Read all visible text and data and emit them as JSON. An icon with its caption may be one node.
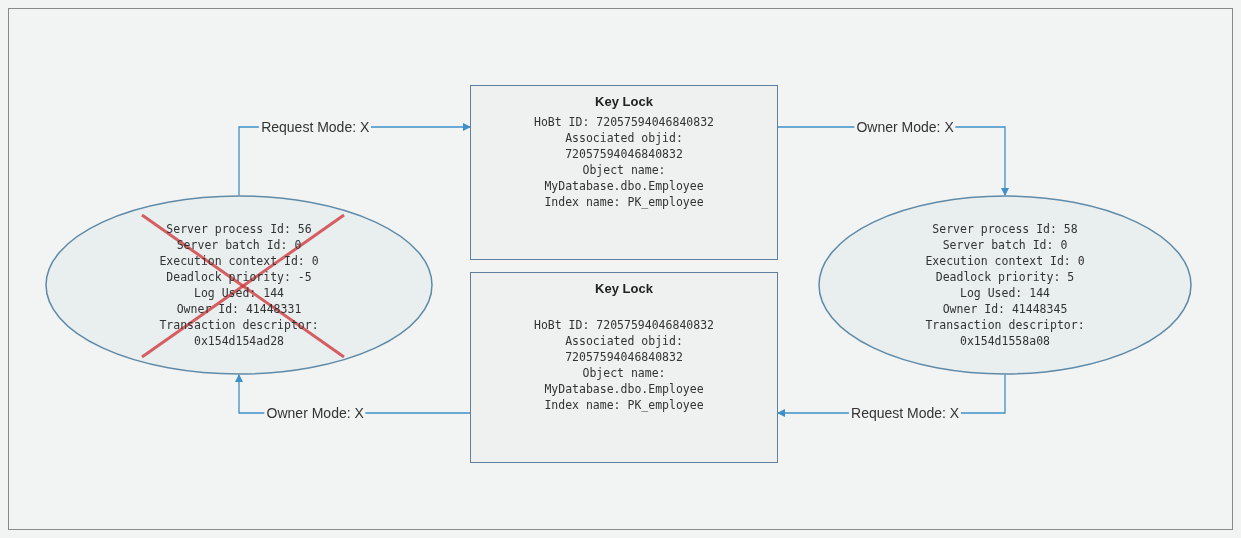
{
  "diagram": {
    "nodes": [
      {
        "text": [
          "Server process Id: 56",
          "Server batch Id: 0",
          "Execution context Id: 0",
          "Deadlock priority: -5",
          "Log Used: 144",
          "Owner Id: 41448331",
          "Transaction descriptor: 0x154d154ad28"
        ]
      },
      {
        "text": [
          "Key Lock",
          "HoBt ID: 72057594046840832",
          "Associated objid: 72057594046840832",
          "Object name: MyDatabase.dbo.Employee",
          "Index name: PK_employee"
        ]
      },
      {
        "text": [
          "Key Lock",
          "HoBt ID: 72057594046840832",
          "Associated objid: 72057594046840832",
          "Object name: MyDatabase.dbo.Employee",
          "Index name: PK_employee"
        ]
      },
      {
        "text": [
          "Server process Id: 58",
          "Server batch Id: 0",
          "Execution context Id: 0",
          "Deadlock priority: 5",
          "Log Used: 144",
          "Owner Id: 41448345",
          "Transaction descriptor: 0x154d1558a08"
        ]
      }
    ],
    "edges": [
      {
        "from": 0,
        "to": 1,
        "arrow": "to",
        "label": "Request Mode: X"
      },
      {
        "from": 1,
        "to": 3,
        "arrow": "to",
        "label": "Owner Mode: X"
      },
      {
        "from": 3,
        "to": 2,
        "arrow": "to",
        "label": "Request Mode: X"
      },
      {
        "from": 2,
        "to": 0,
        "arrow": "to",
        "label": "Owner Mode: X"
      }
    ]
  }
}
